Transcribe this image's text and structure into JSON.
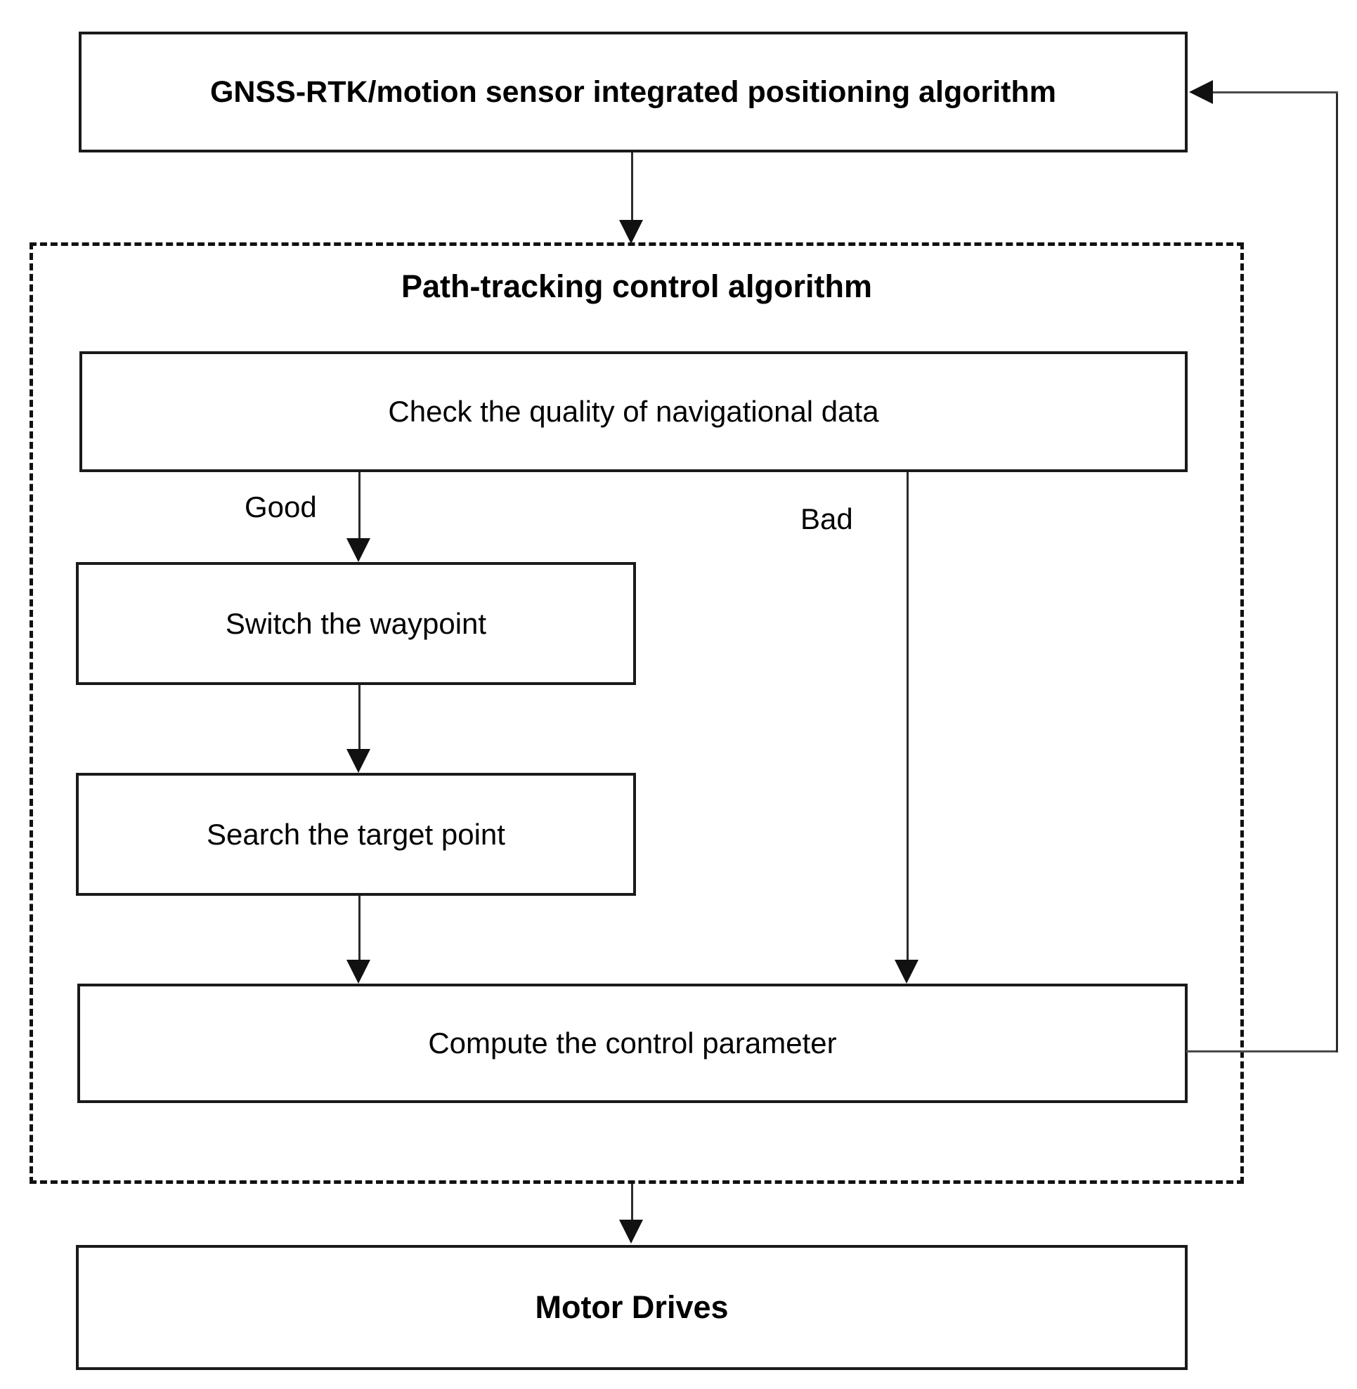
{
  "diagram": {
    "title_node": {
      "label": "GNSS-RTK/motion sensor integrated positioning algorithm"
    },
    "group": {
      "title": "Path-tracking control algorithm",
      "nodes": {
        "check": "Check the quality of navigational data",
        "switch": "Switch the waypoint",
        "search": "Search the target point",
        "compute": "Compute the control parameter"
      }
    },
    "output_node": {
      "label": "Motor Drives"
    },
    "edge_labels": {
      "good": "Good",
      "bad": "Bad"
    },
    "colors": {
      "background": "#ffffff",
      "stroke": "#1a1a1a",
      "connector": "#2b2b2b",
      "text": "#000000"
    }
  }
}
